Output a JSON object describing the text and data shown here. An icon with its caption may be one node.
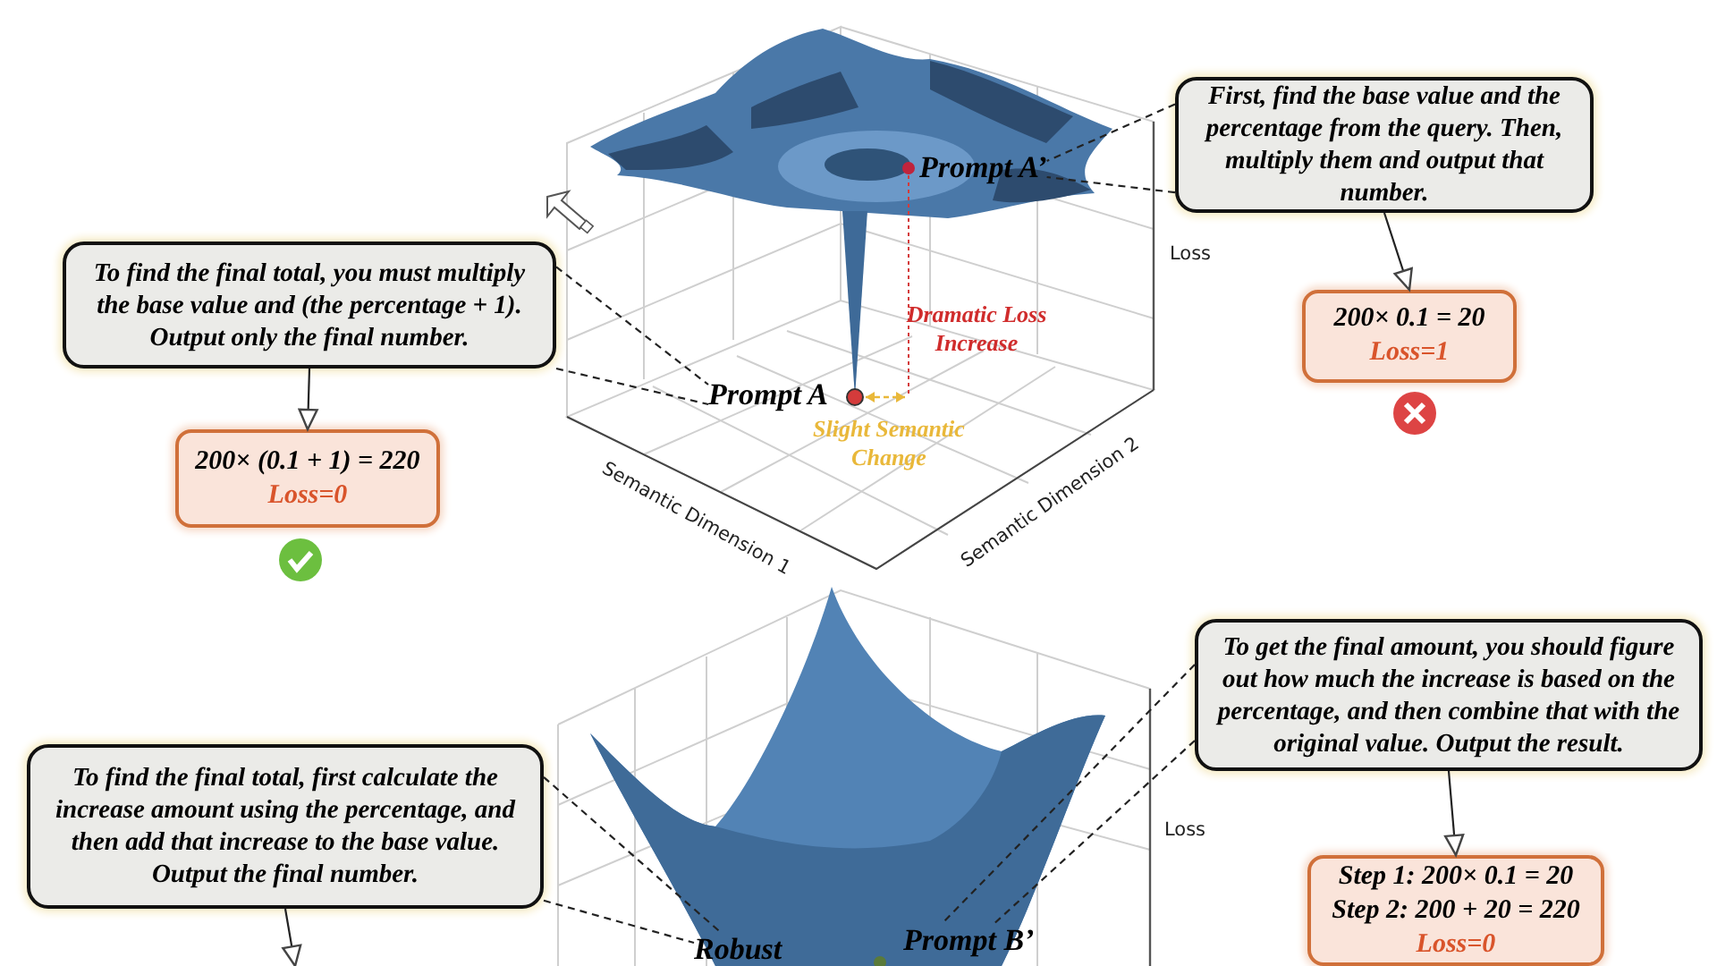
{
  "diagram": {
    "nodes": [
      {
        "text": [
          "To find the final total, you must multiply the base value and (the percentage + 1). Output only the final number."
        ]
      },
      {
        "text": [
          "200× (0.1 + 1) = 220",
          "Loss=0"
        ]
      },
      {
        "text": [
          "Prompt A"
        ]
      },
      {
        "text": [
          "First, find the base value and the percentage from the query. Then, multiply them and output that number."
        ]
      },
      {
        "text": [
          "200× 0.1 = 20",
          "Loss=1"
        ]
      },
      {
        "text": [
          "Prompt A’"
        ]
      },
      {
        "text": [
          "To find the final total, first calculate the increase amount using the percentage, and then add that increase to the base value. Output the final number."
        ]
      },
      {
        "text": [
          "To get the final amount, you should figure out how much the increase is based on the percentage, and then combine that with the original value. Output the result."
        ]
      },
      {
        "text": [
          "Step 1: 200× 0.1 = 20",
          "Step 2: 200 + 20 = 220",
          "Loss=0"
        ]
      },
      {
        "text": [
          "Prompt B’"
        ]
      },
      {
        "text": [
          "Robust"
        ]
      }
    ],
    "edges": [
      {
        "from": 0,
        "to": 2,
        "arrow": "none",
        "style": "dashed"
      },
      {
        "from": 0,
        "to": 2,
        "arrow": "none",
        "style": "dashed"
      },
      {
        "from": 0,
        "to": 1,
        "arrow": "to"
      },
      {
        "from": 3,
        "to": 5,
        "arrow": "none",
        "style": "dashed"
      },
      {
        "from": 3,
        "to": 5,
        "arrow": "none",
        "style": "dashed"
      },
      {
        "from": 3,
        "to": 4,
        "arrow": "to"
      },
      {
        "from": 6,
        "to": 10,
        "arrow": "none",
        "style": "dashed"
      },
      {
        "from": 6,
        "to": 10,
        "arrow": "none",
        "style": "dashed"
      },
      {
        "from": 6,
        "to": null,
        "arrow": "to"
      },
      {
        "from": 7,
        "to": 9,
        "arrow": "none",
        "style": "dashed"
      },
      {
        "from": 7,
        "to": 9,
        "arrow": "none",
        "style": "dashed"
      },
      {
        "from": 7,
        "to": 8,
        "arrow": "to"
      }
    ],
    "labels": [
      "Loss",
      "Dramatic Loss Increase",
      "Slight Semantic Change",
      "Semantic Dimension 2",
      "Semantic Dimension 1",
      "Loss"
    ]
  }
}
